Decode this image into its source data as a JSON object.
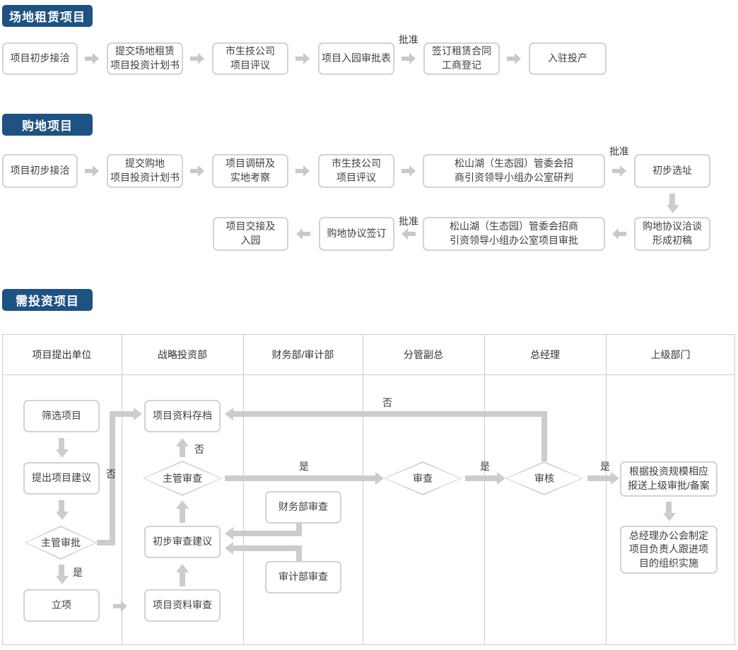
{
  "colors": {
    "badge_blue": "#1e5282",
    "box_border": "#d3d3d3",
    "arrow_gray": "#c6c9cd",
    "connector_gray": "#cccccc",
    "text": "#3e3e3e"
  },
  "labels": {
    "approve": "批准",
    "yes": "是",
    "no": "否"
  },
  "rental": {
    "badge": "场地租赁项目",
    "nodes": [
      "项目初步接洽",
      "提交场地租赁\n项目投资计划书",
      "市生技公司\n项目评议",
      "项目入园审批表",
      "签订租赁合同\n工商登记",
      "入驻投产"
    ]
  },
  "purchase": {
    "badge": "购地项目",
    "row1": [
      "项目初步接洽",
      "提交购地\n项目投资计划书",
      "项目调研及\n实地考察",
      "市生技公司\n项目评议",
      "松山湖（生态园）管委会招\n商引资领导小组办公室研判",
      "初步选址"
    ],
    "row2": [
      "项目交接及\n入园",
      "购地协议签订",
      "松山湖（生态园）管委会招商\n引资领导小组办公室项目审批",
      "购地协议洽谈\n形成初稿"
    ]
  },
  "investment": {
    "badge": "需投资项目",
    "lanes": [
      "项目提出单位",
      "战略投资部",
      "财务部/审计部",
      "分管副总",
      "总经理",
      "上级部门"
    ],
    "nodes": {
      "screen": "筛选项目",
      "propose": "提出项目建议",
      "chief_approve": "主管审批",
      "start": "立项",
      "archive": "项目资料存档",
      "chief_review": "主管审查",
      "pre_suggestion": "初步审查建议",
      "material_review": "项目资料审查",
      "finance": "财务部审查",
      "audit": "审计部审查",
      "vp_review": "审查",
      "gm_review": "审核",
      "report": "根据投资规模相应\n报送上级审批/备案",
      "implement": "总经理办公会制定\n项目负责人跟进项\n目的组织实施"
    }
  }
}
